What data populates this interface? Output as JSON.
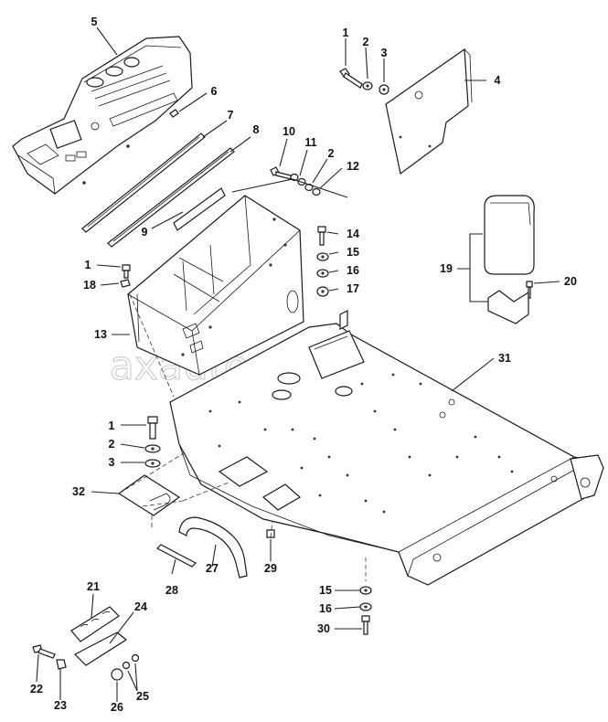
{
  "watermark": "axautopiter.ru",
  "callouts": [
    {
      "id": "c1a",
      "label": "1"
    },
    {
      "id": "c2a",
      "label": "2"
    },
    {
      "id": "c3a",
      "label": "3"
    },
    {
      "id": "c4",
      "label": "4"
    },
    {
      "id": "c5",
      "label": "5"
    },
    {
      "id": "c6",
      "label": "6"
    },
    {
      "id": "c7",
      "label": "7"
    },
    {
      "id": "c8",
      "label": "8"
    },
    {
      "id": "c9",
      "label": "9"
    },
    {
      "id": "c10",
      "label": "10"
    },
    {
      "id": "c11",
      "label": "11"
    },
    {
      "id": "c2b",
      "label": "2"
    },
    {
      "id": "c12",
      "label": "12"
    },
    {
      "id": "c14",
      "label": "14"
    },
    {
      "id": "c15a",
      "label": "15"
    },
    {
      "id": "c16a",
      "label": "16"
    },
    {
      "id": "c17",
      "label": "17"
    },
    {
      "id": "c1b",
      "label": "1"
    },
    {
      "id": "c18",
      "label": "18"
    },
    {
      "id": "c13",
      "label": "13"
    },
    {
      "id": "c19",
      "label": "19"
    },
    {
      "id": "c20",
      "label": "20"
    },
    {
      "id": "c31",
      "label": "31"
    },
    {
      "id": "c1c",
      "label": "1"
    },
    {
      "id": "c2c",
      "label": "2"
    },
    {
      "id": "c3c",
      "label": "3"
    },
    {
      "id": "c32",
      "label": "32"
    },
    {
      "id": "c27",
      "label": "27"
    },
    {
      "id": "c28",
      "label": "28"
    },
    {
      "id": "c29",
      "label": "29"
    },
    {
      "id": "c15b",
      "label": "15"
    },
    {
      "id": "c16b",
      "label": "16"
    },
    {
      "id": "c30",
      "label": "30"
    },
    {
      "id": "c21",
      "label": "21"
    },
    {
      "id": "c24",
      "label": "24"
    },
    {
      "id": "c22",
      "label": "22"
    },
    {
      "id": "c23",
      "label": "23"
    },
    {
      "id": "c26",
      "label": "26"
    },
    {
      "id": "c25",
      "label": "25"
    }
  ]
}
